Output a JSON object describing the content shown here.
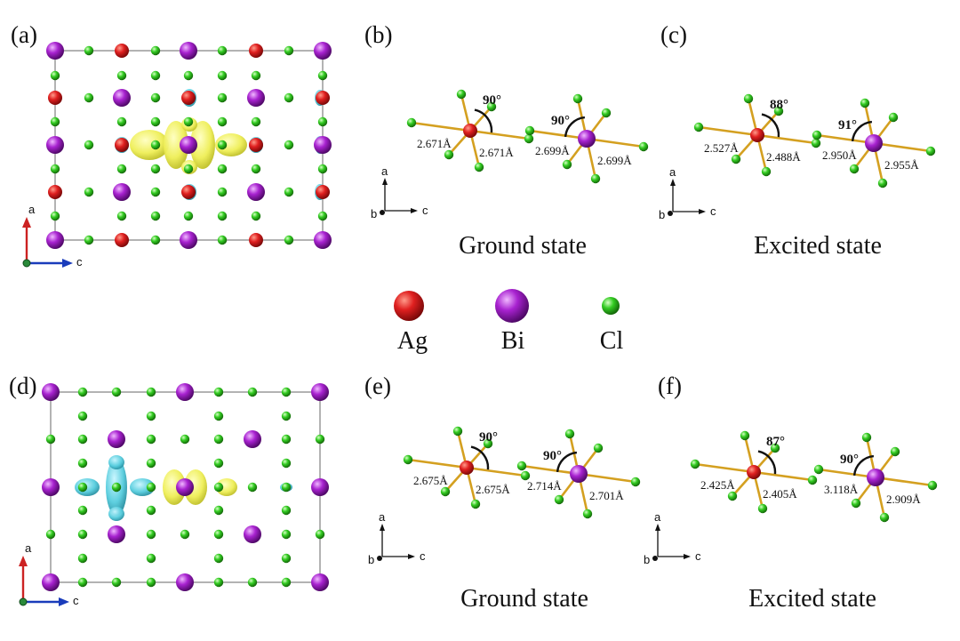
{
  "figure": {
    "panel_labels": [
      "(a)",
      "(b)",
      "(c)",
      "(d)",
      "(e)",
      "(f)"
    ],
    "legend": [
      {
        "label": "Ag",
        "color": "#e02020"
      },
      {
        "label": "Bi",
        "color": "#a822d0"
      },
      {
        "label": "Cl",
        "color": "#33cc22"
      }
    ],
    "colors": {
      "ag": "#e02020",
      "bi": "#a822d0",
      "cl": "#33cc22",
      "bond": "#d4a020",
      "isosurface_positive": "#eeee55",
      "isosurface_negative": "#55ccdd",
      "axis_a": "#cc2222",
      "axis_c": "#1a3cbb"
    },
    "axes_small": {
      "a": "a",
      "b": "b",
      "c": "c"
    },
    "structures": [
      {
        "state": "Ground state",
        "ag_angle": "90°",
        "bi_angle": "90°",
        "ag_left": "2.671Å",
        "ag_right": "2.671Å",
        "bi_left": "2.699Å",
        "bi_right": "2.699Å"
      },
      {
        "state": "Excited state",
        "ag_angle": "88°",
        "bi_angle": "91°",
        "ag_left": "2.527Å",
        "ag_right": "2.488Å",
        "bi_left": "2.950Å",
        "bi_right": "2.955Å"
      },
      {
        "state": "Ground state",
        "ag_angle": "90°",
        "bi_angle": "90°",
        "ag_left": "2.675Å",
        "ag_right": "2.675Å",
        "bi_left": "2.714Å",
        "bi_right": "2.701Å"
      },
      {
        "state": "Excited state",
        "ag_angle": "87°",
        "bi_angle": "90°",
        "ag_left": "2.425Å",
        "ag_right": "2.405Å",
        "bi_left": "3.118Å",
        "bi_right": "2.909Å"
      }
    ]
  }
}
